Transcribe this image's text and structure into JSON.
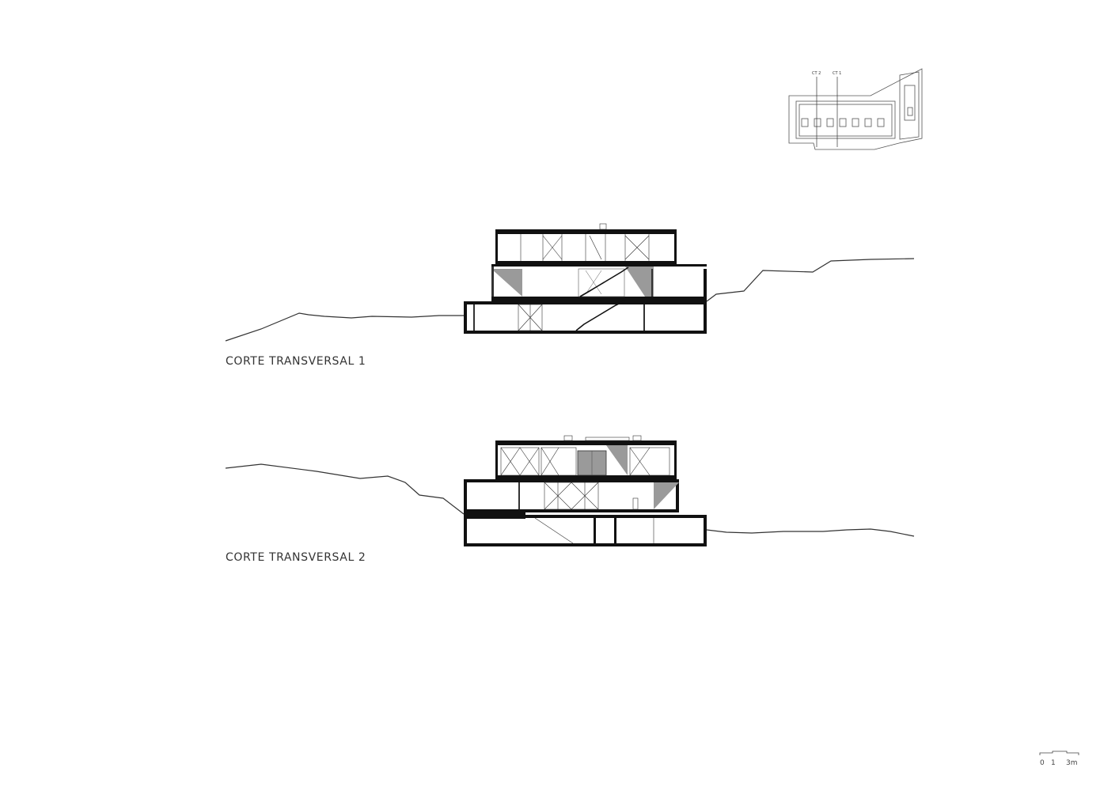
{
  "sections": [
    {
      "title": "CORTE TRANSVERSAL 1"
    },
    {
      "title": "CORTE TRANSVERSAL 2"
    }
  ],
  "key_plan": {
    "cut_labels": [
      "CT 2",
      "CT 1"
    ]
  },
  "scale_bar": {
    "labels": [
      "0",
      "1",
      "3m"
    ]
  },
  "colors": {
    "line": "#1a1a1a",
    "fill": "#111111",
    "shade": "#9a9a9a",
    "ground": "#333333"
  }
}
